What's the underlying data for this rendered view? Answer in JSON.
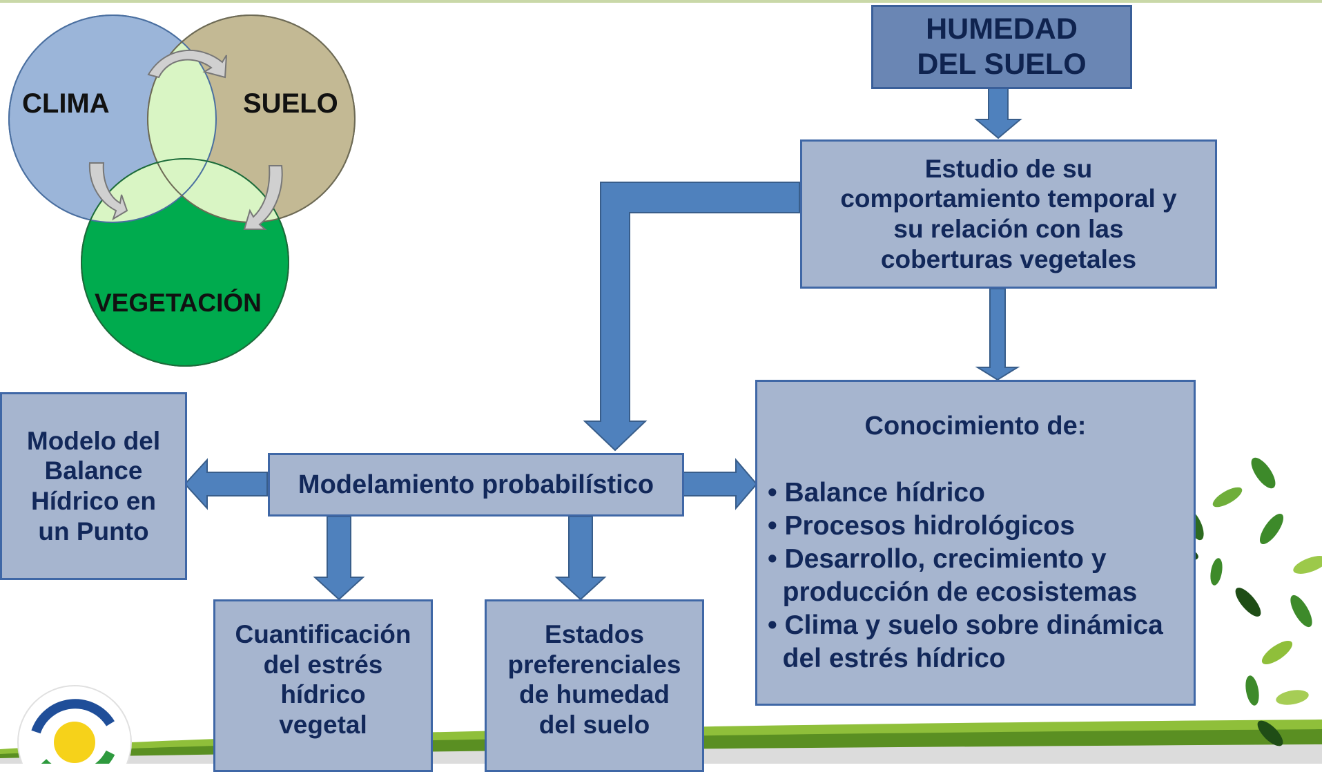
{
  "venn": {
    "clima": "CLIMA",
    "suelo": "SUELO",
    "vegetacion": "VEGETACIÓN",
    "colors": {
      "clima": "#9bb5d9",
      "suelo": "#c3b994",
      "vegetacion": "#00ab4e",
      "overlap": "#d9f5c4"
    }
  },
  "boxes": {
    "humedad": "HUMEDAD\nDEL SUELO",
    "estudio": "Estudio de su\ncomportamiento temporal y\nsu relación con las\ncoberturas vegetales",
    "modelamiento": "Modelamiento probabilístico",
    "modelo_balance": "Modelo del\nBalance\nHídrico en\nun Punto",
    "cuantificacion": "Cuantificación\ndel estrés\nhídrico\nvegetal",
    "estados": "Estados\npreferenciales\nde humedad\ndel suelo"
  },
  "conocimiento": {
    "title": "Conocimiento de:",
    "items": [
      "• Balance hídrico",
      "• Procesos hidrológicos",
      "• Desarrollo, crecimiento y",
      "  producción de ecosistemas",
      "• Clima y suelo sobre dinámica",
      "  del estrés hídrico"
    ]
  },
  "colors": {
    "box_fill": "#a6b5cf",
    "box_border": "#3f67a6",
    "arrow": "#4f81bd",
    "text": "#12285a"
  }
}
